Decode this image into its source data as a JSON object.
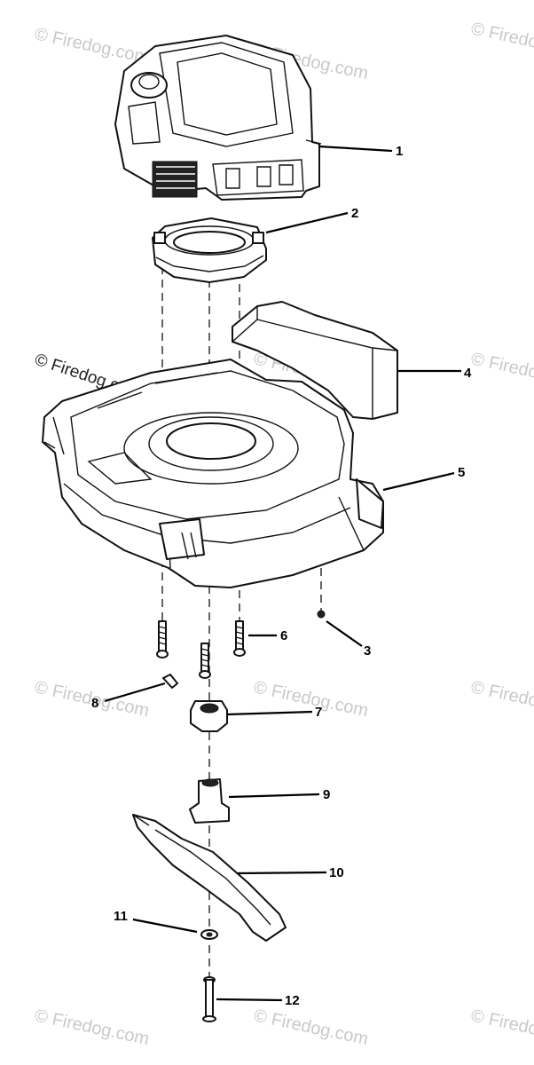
{
  "watermark": {
    "light_text": "© Firedog.com",
    "dark_text": "© Firedog.com"
  },
  "callouts": [
    {
      "id": "1",
      "label": "1"
    },
    {
      "id": "2",
      "label": "2"
    },
    {
      "id": "3",
      "label": "3"
    },
    {
      "id": "4",
      "label": "4"
    },
    {
      "id": "5",
      "label": "5"
    },
    {
      "id": "6",
      "label": "6"
    },
    {
      "id": "7",
      "label": "7"
    },
    {
      "id": "8",
      "label": "8"
    },
    {
      "id": "9",
      "label": "9"
    },
    {
      "id": "10",
      "label": "10"
    },
    {
      "id": "11",
      "label": "11"
    },
    {
      "id": "12",
      "label": "12"
    }
  ]
}
